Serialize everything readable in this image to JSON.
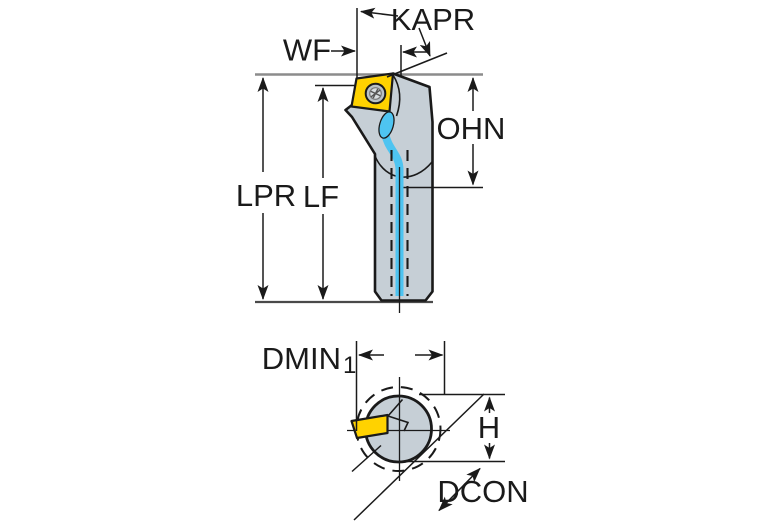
{
  "diagram": {
    "labels": {
      "kapr": "KAPR",
      "wf": "WF",
      "ohn": "OHN",
      "lpr": "LPR",
      "lf": "LF",
      "dmin": "DMIN",
      "dmin_subscript": "1",
      "h": "H",
      "dcon": "DCON"
    },
    "colors": {
      "background": "#ffffff",
      "outline": "#1a1a1a",
      "reference_line": "#8c8c8c",
      "body": "#c6cfd6",
      "insert": "#ffd200",
      "coolant": "#4ec4f1",
      "screw": "#b9c1c6",
      "screw_inner": "#d9dee1",
      "screw_detail": "#555555"
    }
  }
}
